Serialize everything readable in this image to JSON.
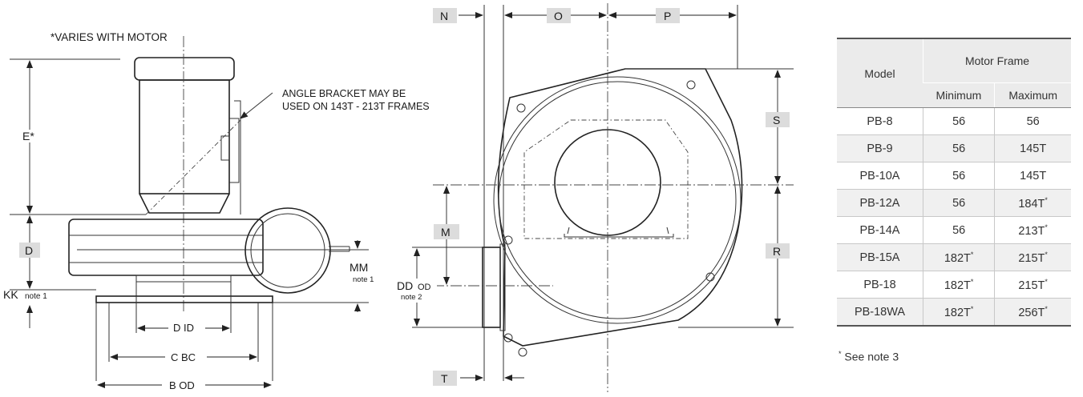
{
  "side_view": {
    "varies_note": "*VARIES WITH MOTOR",
    "bracket_note_line1": "ANGLE BRACKET MAY BE",
    "bracket_note_line2": "USED ON 143T - 213T FRAMES",
    "dim_e": "E*",
    "dim_d": "D",
    "dim_kk": "KK",
    "dim_kk_note": "note 1",
    "dim_mm": "MM",
    "dim_mm_note": "note 1",
    "dim_d_id": "D ID",
    "dim_c_bc": "C BC",
    "dim_b_od": "B OD"
  },
  "front_view": {
    "dim_n": "N",
    "dim_o": "O",
    "dim_p": "P",
    "dim_s": "S",
    "dim_m": "M",
    "dim_r": "R",
    "dim_dd": "DD",
    "dim_dd_od": "OD",
    "dim_dd_note": "note 2",
    "dim_t": "T"
  },
  "table": {
    "col_model": "Model",
    "col_motor_frame": "Motor Frame",
    "col_minimum": "Minimum",
    "col_maximum": "Maximum",
    "rows": [
      {
        "model": "PB-8",
        "min": "56",
        "max": "56"
      },
      {
        "model": "PB-9",
        "min": "56",
        "max": "145T"
      },
      {
        "model": "PB-10A",
        "min": "56",
        "max": "145T"
      },
      {
        "model": "PB-12A",
        "min": "56",
        "max": "184T*"
      },
      {
        "model": "PB-14A",
        "min": "56",
        "max": "213T*"
      },
      {
        "model": "PB-15A",
        "min": "182T*",
        "max": "215T*"
      },
      {
        "model": "PB-18",
        "min": "182T*",
        "max": "215T*"
      },
      {
        "model": "PB-18WA",
        "min": "182T*",
        "max": "256T*"
      }
    ],
    "footnote_mark": "*",
    "footnote": "See note 3"
  }
}
